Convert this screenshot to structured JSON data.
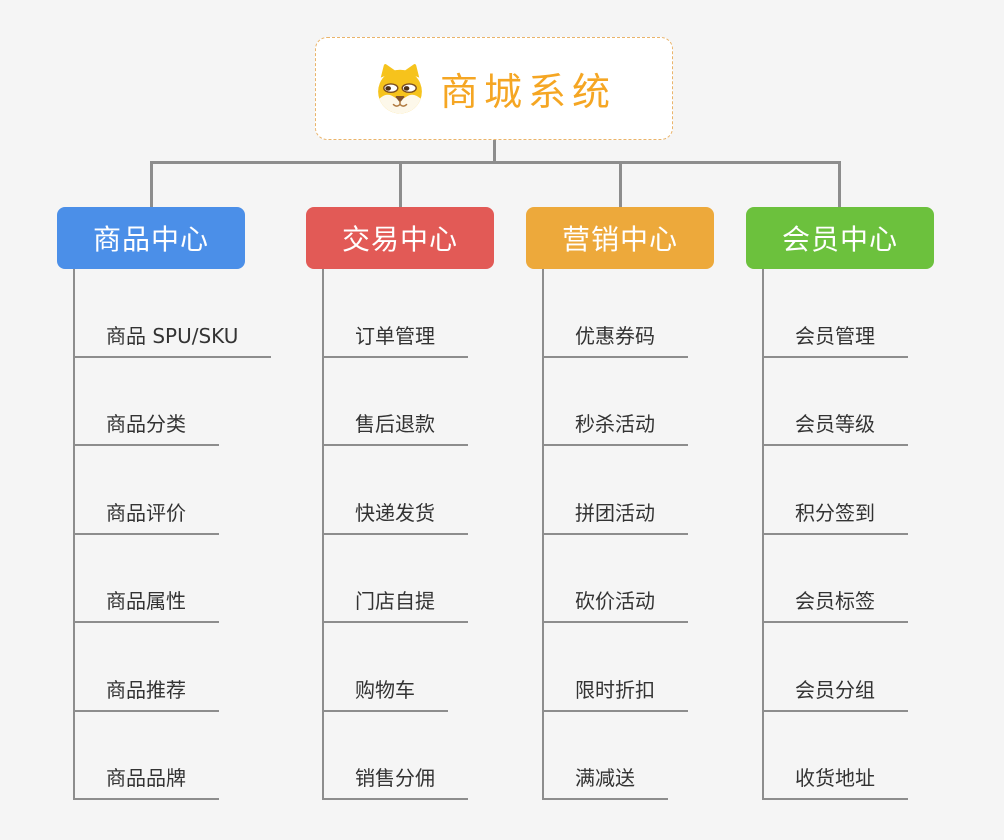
{
  "root": {
    "title": "商城系统",
    "icon": "dog-face-icon",
    "title_color": "#F5A623",
    "border_color": "#EAB46A"
  },
  "branches": [
    {
      "label": "商品中心",
      "color": "#4B8FE8",
      "items": [
        "商品 SPU/SKU",
        "商品分类",
        "商品评价",
        "商品属性",
        "商品推荐",
        "商品品牌"
      ]
    },
    {
      "label": "交易中心",
      "color": "#E25A56",
      "items": [
        "订单管理",
        "售后退款",
        "快递发货",
        "门店自提",
        "购物车",
        "销售分佣"
      ]
    },
    {
      "label": "营销中心",
      "color": "#EDA93B",
      "items": [
        "优惠券码",
        "秒杀活动",
        "拼团活动",
        "砍价活动",
        "限时折扣",
        "满减送"
      ]
    },
    {
      "label": "会员中心",
      "color": "#6CC13D",
      "items": [
        "会员管理",
        "会员等级",
        "积分签到",
        "会员标签",
        "会员分组",
        "收货地址"
      ]
    }
  ],
  "colors": {
    "background": "#F5F5F5",
    "connector": "#8d8d8d",
    "leaf_text": "#333333"
  }
}
